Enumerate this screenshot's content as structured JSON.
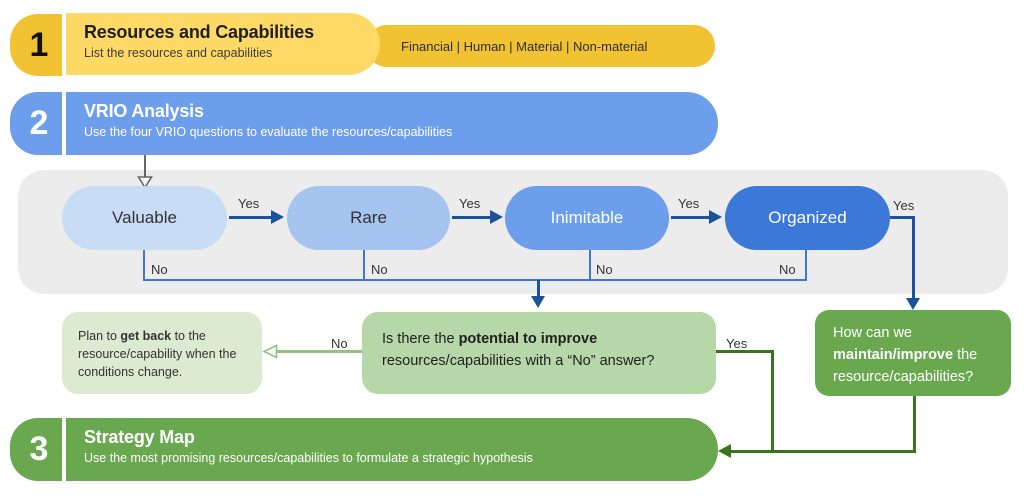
{
  "steps": [
    {
      "number": "1",
      "title": "Resources and Capabilities",
      "subtitle": "List the resources and capabilities",
      "tag": "Financial | Human | Material | Non-material"
    },
    {
      "number": "2",
      "title": "VRIO Analysis",
      "subtitle": "Use the four VRIO questions to evaluate the resources/capabilities"
    },
    {
      "number": "3",
      "title": "Strategy Map",
      "subtitle": "Use the most promising resources/capabilities to formulate a strategic hypothesis"
    }
  ],
  "flow": {
    "nodes": [
      {
        "label": "Valuable"
      },
      {
        "label": "Rare"
      },
      {
        "label": "Inimitable"
      },
      {
        "label": "Organized"
      }
    ],
    "yes_label": "Yes",
    "no_label": "No"
  },
  "outcomes": {
    "plan_back": {
      "pre": "Plan to ",
      "bold": "get back",
      "post": " to the resource/capability when the conditions change."
    },
    "question": {
      "pre": "Is there the ",
      "bold": "potential to improve",
      "line2": "resources/capabilities with a “No” answer?"
    },
    "maintain": {
      "pre": "How can we ",
      "bold": "maintain/improve",
      "post": " the resource/capabilities?"
    }
  },
  "colors": {
    "yellow_badge": "#f1c232",
    "yellow_light": "#ffd966",
    "blue": "#6d9eeb",
    "pill_valuable": "#c9dcf6",
    "pill_rare": "#a6c4f0",
    "pill_inimitable": "#6d9eeb",
    "pill_organized": "#3c78d8",
    "green": "#6aa84f",
    "green_mid": "#b6d7a8",
    "green_light": "#dcead2",
    "gray_panel": "#ececec",
    "line_blue": "#3c78d8",
    "line_blue_dark": "#1b5299",
    "line_green_dark": "#38761d",
    "line_green_light": "#93c47d",
    "arrow_gray": "#666666"
  }
}
